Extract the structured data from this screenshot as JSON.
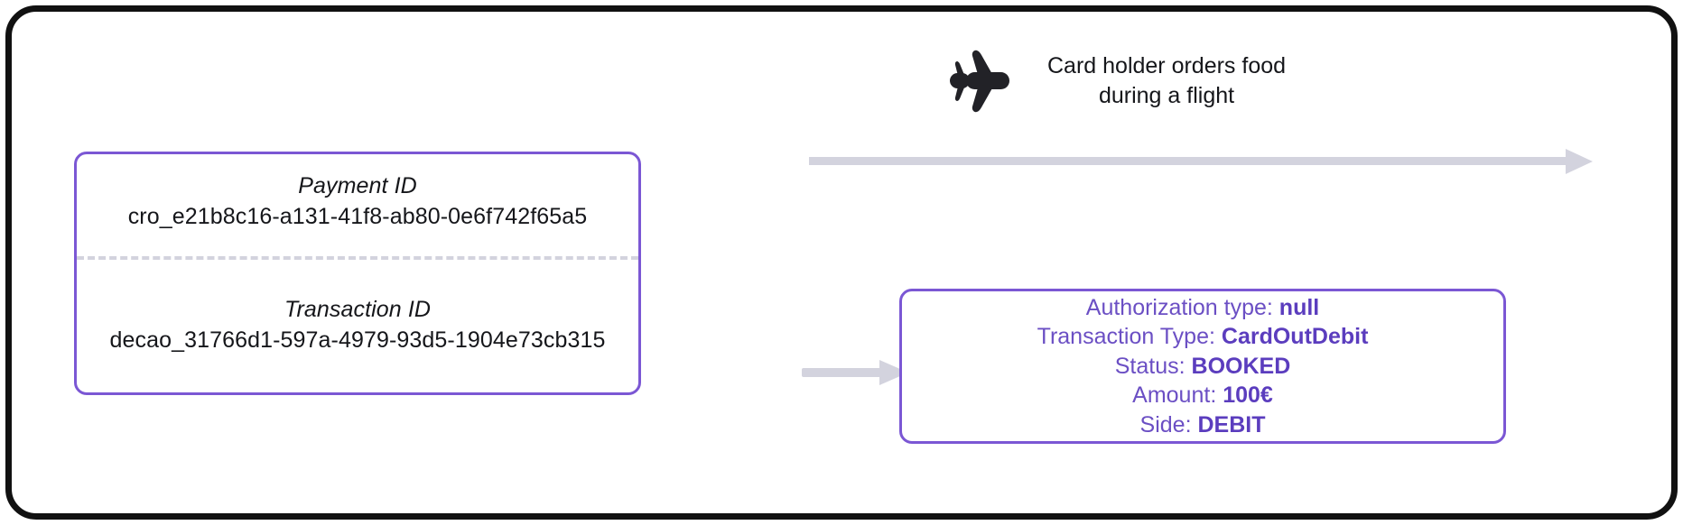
{
  "frame": {
    "border_color": "#111111",
    "background": "#ffffff"
  },
  "theme": {
    "accent_purple": "#7B57D4",
    "text_purple": "#6B4FC4",
    "bold_purple": "#5B3DBE",
    "arrow_grey": "#d3d3de",
    "text_dark": "#15161a"
  },
  "id_card": {
    "payment": {
      "label": "Payment ID",
      "value": "cro_e21b8c16-a131-41f8-ab80-0e6f742f65a5"
    },
    "transaction": {
      "label": "Transaction ID",
      "value": "decao_31766d1-597a-4979-93d5-1904e73cb315"
    }
  },
  "flight_note": {
    "icon": "airplane-icon",
    "caption": "Card holder orders food\nduring a flight"
  },
  "arrows": {
    "timeline": "timeline-arrow-right",
    "connector": "connector-arrow-right"
  },
  "detail_box": {
    "lines": [
      {
        "label": "Authorization type:",
        "value": "null"
      },
      {
        "label": "Transaction Type:",
        "value": "CardOutDebit"
      },
      {
        "label": "Status:",
        "value": "BOOKED"
      },
      {
        "label": "Amount:",
        "value": "100€"
      },
      {
        "label": "Side:",
        "value": "DEBIT"
      }
    ]
  }
}
